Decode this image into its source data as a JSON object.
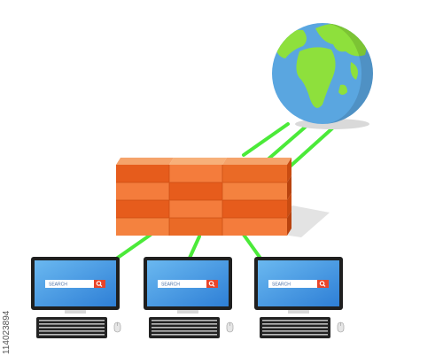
{
  "computers": [
    {
      "search_label": "SEARCH"
    },
    {
      "search_label": "SEARCH"
    },
    {
      "search_label": "SEARCH"
    }
  ],
  "stock_id": "114023894",
  "icons": {
    "globe": "globe-icon",
    "firewall": "brick-wall-firewall-icon",
    "computer": "desktop-computer-icon",
    "search": "magnifier-icon",
    "keyboard": "keyboard-icon",
    "mouse": "mouse-icon"
  },
  "colors": {
    "ocean": "#5aa6e0",
    "land": "#8ee03c",
    "brick_light": "#f47c3c",
    "brick_dark": "#e65c1c",
    "connection": "#4bea39",
    "screen": "#3d8fe0",
    "monitor": "#1f1f1f"
  }
}
